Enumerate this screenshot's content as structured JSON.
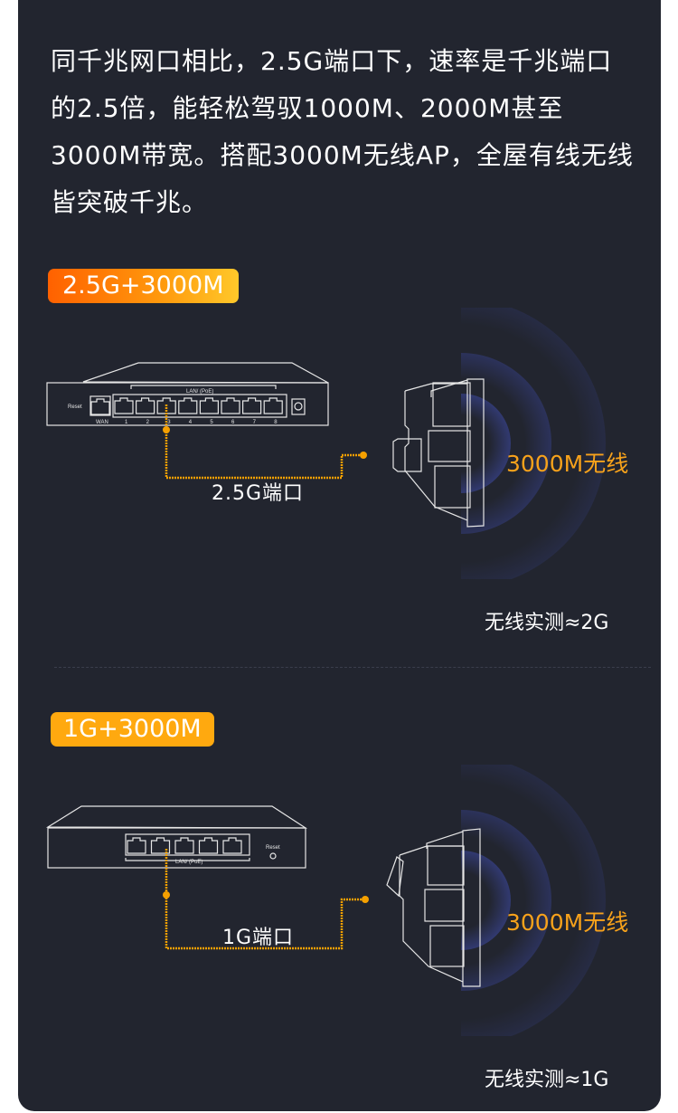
{
  "intro_text": "同千兆网口相比，2.5G端口下，速率是千兆端口的2.5倍，能轻松驾驭1000M、2000M甚至3000M带宽。搭配3000M无线AP，全屋有线无线皆突破千兆。",
  "sections": [
    {
      "badge": "2.5G+3000M",
      "switch": {
        "reset_label": "Reset",
        "wan_label": "WAN",
        "lan_label": "LAN/ (PoE)",
        "port_numbers": [
          "1",
          "2",
          "3",
          "4",
          "5",
          "6",
          "7",
          "8"
        ]
      },
      "port_label": "2.5G端口",
      "wireless_label": "3000M无线",
      "measured": "无线实测≈2G"
    },
    {
      "badge": "1G+3000M",
      "switch": {
        "reset_label": "Reset",
        "lan_label": "LAN/ (PoE)"
      },
      "port_label": "1G端口",
      "wireless_label": "3000M无线",
      "measured": "无线实测≈1G"
    }
  ],
  "colors": {
    "background": "#22252f",
    "accent": "#f7a21b",
    "cable": "#f5a000",
    "wave": "#3d4aa8"
  }
}
